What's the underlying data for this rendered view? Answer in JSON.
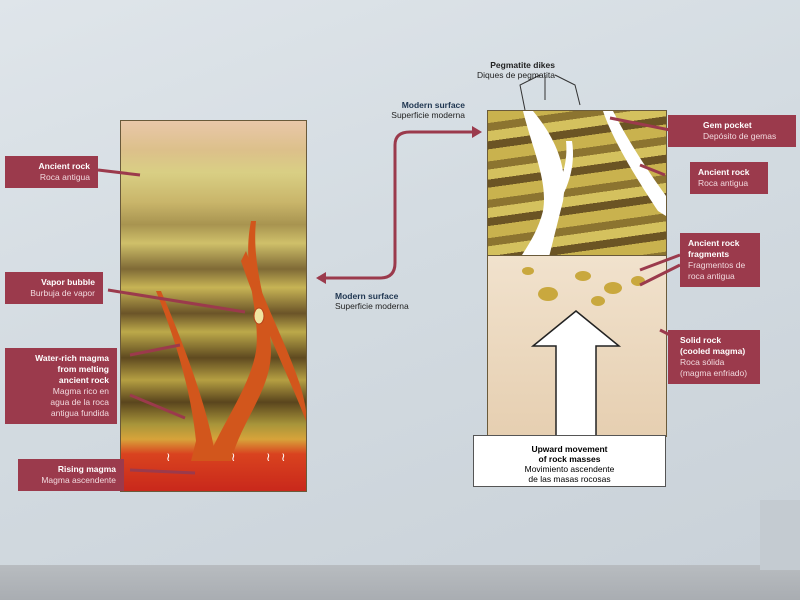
{
  "labels_left": {
    "ancient_rock": {
      "en": "Ancient rock",
      "es": "Roca antigua"
    },
    "vapor_bubble": {
      "en": "Vapor bubble",
      "es": "Burbuja de vapor"
    },
    "water_rich_magma": {
      "en1": "Water-rich magma",
      "en2": "from melting",
      "en3": "ancient rock",
      "es1": "Magma rico en",
      "es2": "agua de la roca",
      "es3": "antigua fundida"
    },
    "rising_magma": {
      "en": "Rising magma",
      "es": "Magma ascendente"
    }
  },
  "labels_right": {
    "pegmatite_dikes": {
      "en": "Pegmatite dikes",
      "es": "Diques de pegmatita"
    },
    "gem_pocket": {
      "en": "Gem pocket",
      "es": "Depósito de gemas"
    },
    "ancient_rock": {
      "en": "Ancient rock",
      "es": "Roca antigua"
    },
    "ancient_rock_fragments": {
      "en1": "Ancient rock",
      "en2": "fragments",
      "es1": "Fragmentos de",
      "es2": "roca antigua"
    },
    "solid_rock": {
      "en1": "Solid rock",
      "en2": "(cooled magma)",
      "es1": "Roca sólida",
      "es2": "(magma enfriado)"
    }
  },
  "surface_top": {
    "en": "Modern surface",
    "es": "Superficie moderna"
  },
  "surface_mid": {
    "en": "Modern surface",
    "es": "Superficie moderna"
  },
  "upward": {
    "en1": "Upward movement",
    "en2": "of rock masses",
    "es1": "Movimiento ascendente",
    "es2": "de las masas rocosas"
  },
  "colors": {
    "label_bg": "#9b3a4c",
    "arrow": "#9b3a4c"
  }
}
